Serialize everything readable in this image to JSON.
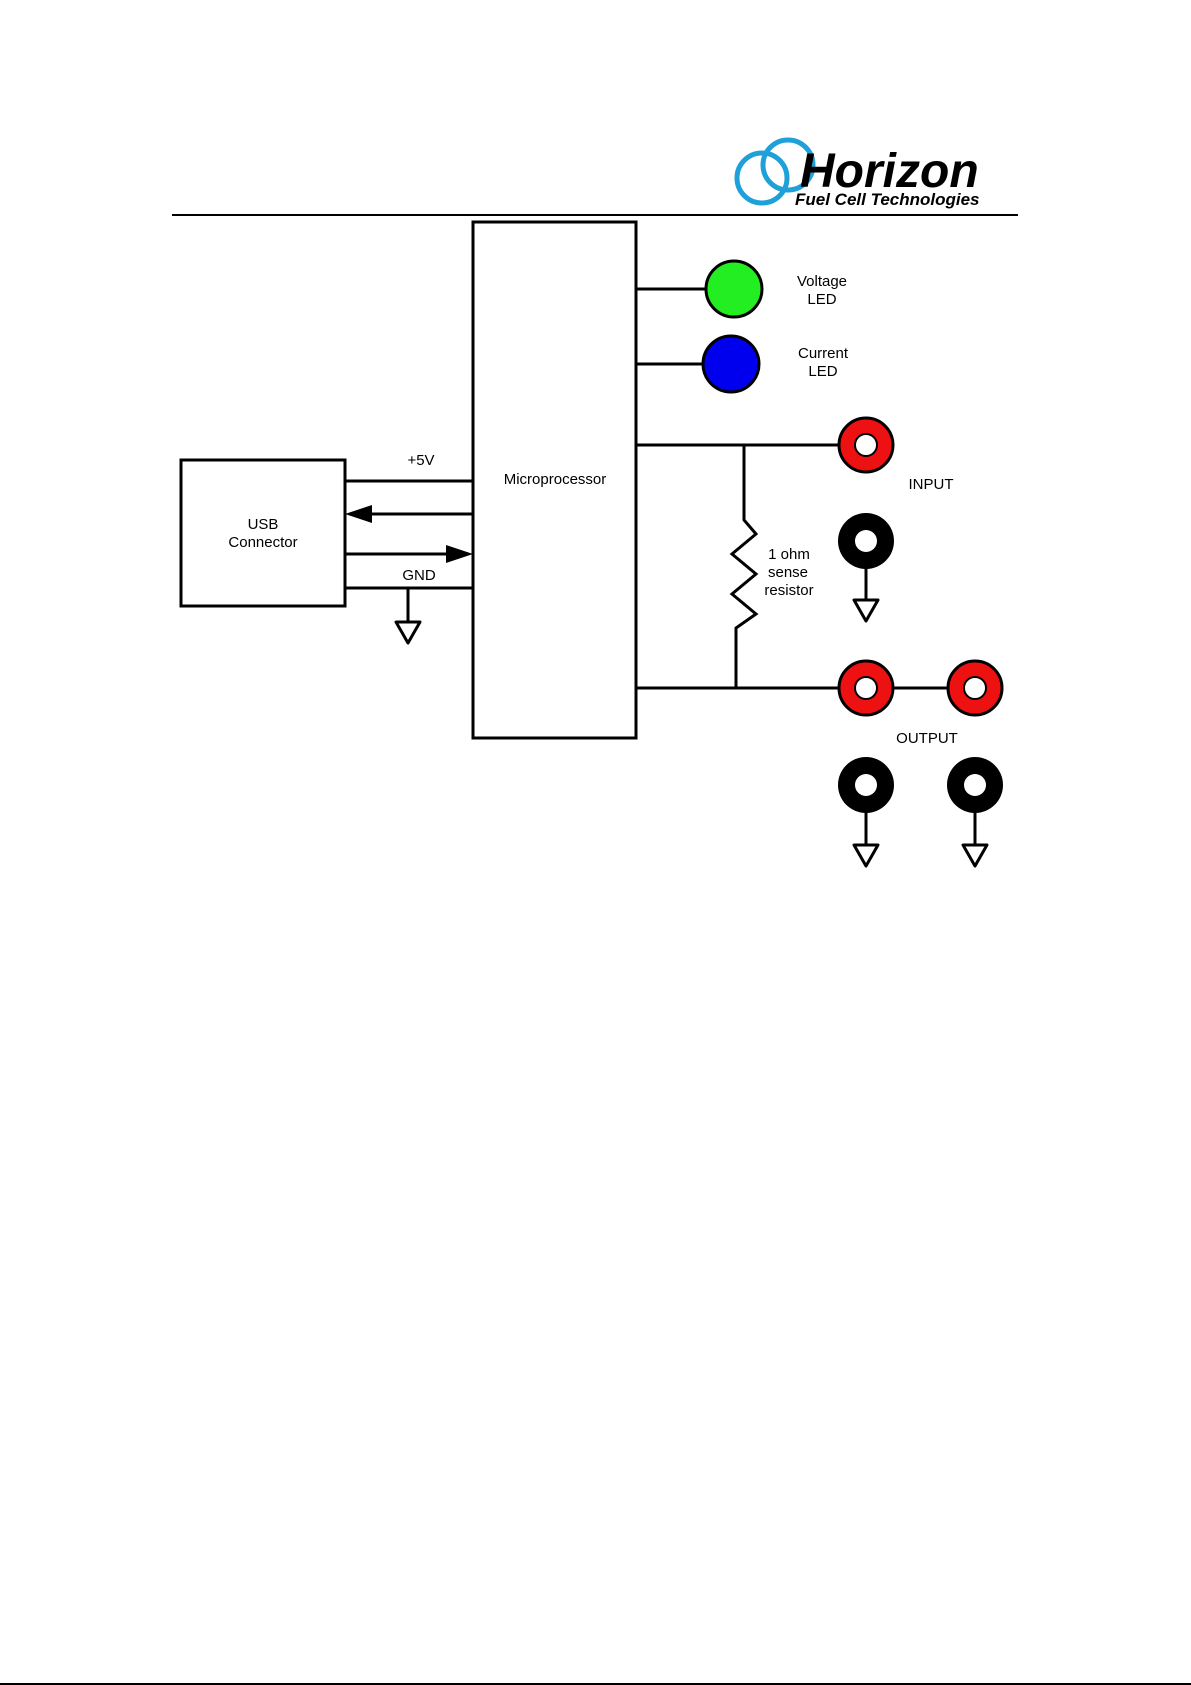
{
  "logo": {
    "brand": "Horizon",
    "tagline": "Fuel Cell Technologies",
    "ring_color": "#1ea0d8",
    "text_color": "#1f5f8b"
  },
  "diagram": {
    "usb_label_line1": "USB",
    "usb_label_line2": "Connector",
    "microprocessor_label": "Microprocessor",
    "plus5v_label": "+5V",
    "gnd_label": "GND",
    "voltage_led_line1": "Voltage",
    "voltage_led_line2": "LED",
    "current_led_line1": "Current",
    "current_led_line2": "LED",
    "resistor_line1": "1 ohm",
    "resistor_line2": "sense",
    "resistor_line3": "resistor",
    "input_label": "INPUT",
    "output_label": "OUTPUT"
  },
  "colors": {
    "voltage_led": "#22ee22",
    "current_led": "#0000ee",
    "terminal_red": "#ee1111",
    "terminal_black": "#000000",
    "wire": "#000000"
  }
}
